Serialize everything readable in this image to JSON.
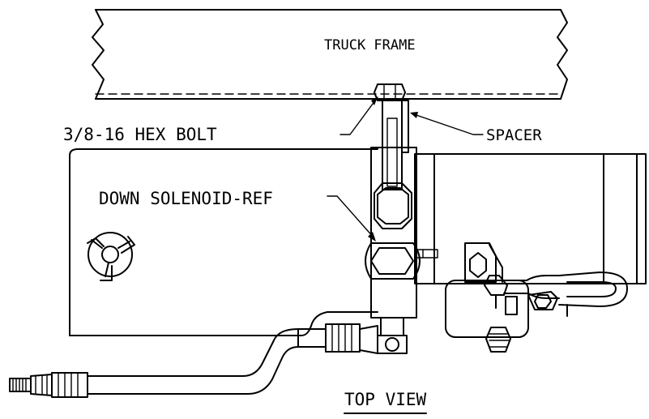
{
  "labels": {
    "truck_frame": "TRUCK FRAME",
    "hex_bolt": "3/8-16 HEX BOLT",
    "spacer": "SPACER",
    "down_solenoid": "DOWN SOLENOID-REF",
    "view_title": "TOP VIEW"
  }
}
